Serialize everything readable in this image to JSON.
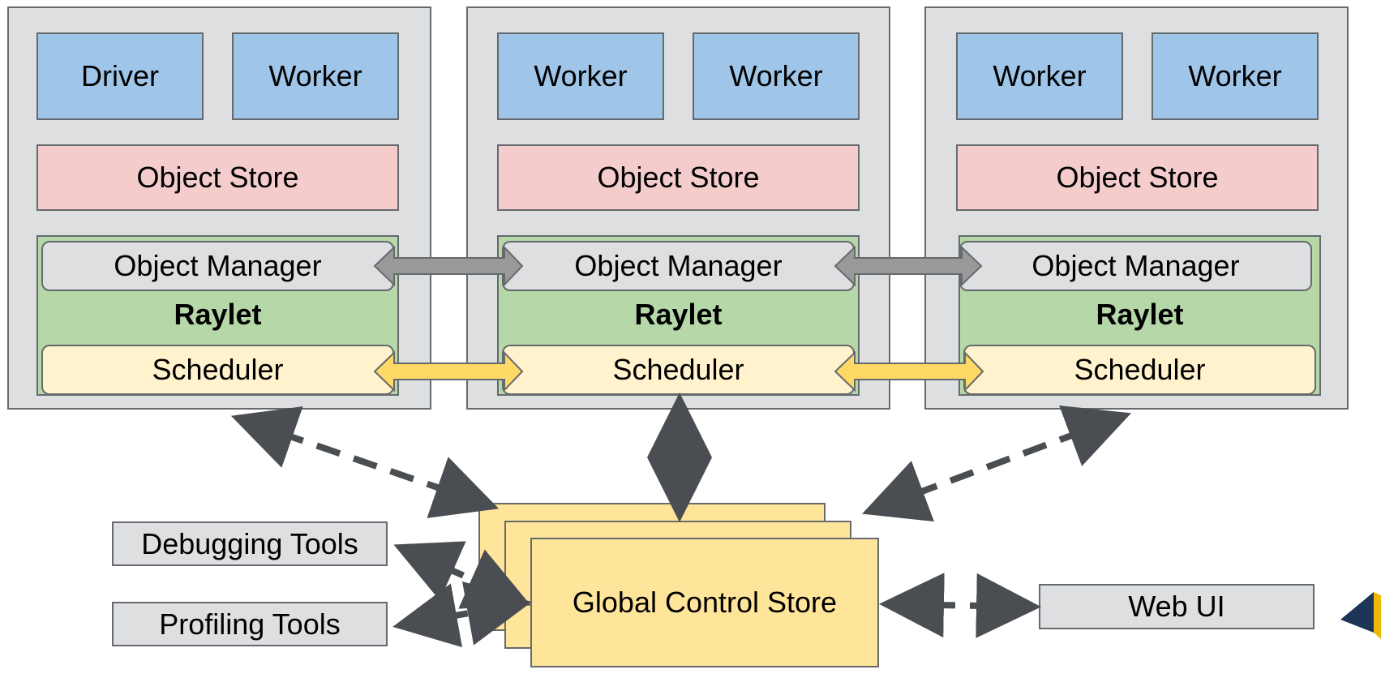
{
  "machines": [
    {
      "procs": [
        "Driver",
        "Worker"
      ],
      "object_store": "Object Store",
      "object_manager": "Object Manager",
      "raylet": "Raylet",
      "scheduler": "Scheduler"
    },
    {
      "procs": [
        "Worker",
        "Worker"
      ],
      "object_store": "Object Store",
      "object_manager": "Object Manager",
      "raylet": "Raylet",
      "scheduler": "Scheduler"
    },
    {
      "procs": [
        "Worker",
        "Worker"
      ],
      "object_store": "Object Store",
      "object_manager": "Object Manager",
      "raylet": "Raylet",
      "scheduler": "Scheduler"
    }
  ],
  "gcs": {
    "label": "Global Control Store"
  },
  "tools": {
    "debugging": "Debugging Tools",
    "profiling": "Profiling Tools",
    "web_ui": "Web UI"
  },
  "colors": {
    "machine_bg": "#dedfe1",
    "process_bg": "#9fc5e8",
    "object_store_bg": "#f4cccc",
    "raylet_bg": "#b6d7a8",
    "scheduler_bg": "#fff2cc",
    "gcs_bg": "#ffe599",
    "border": "#666a6e",
    "object_manager_arrow": "#999999",
    "scheduler_arrow": "#ffd966",
    "dashed_arrow": "#4a4e52"
  }
}
